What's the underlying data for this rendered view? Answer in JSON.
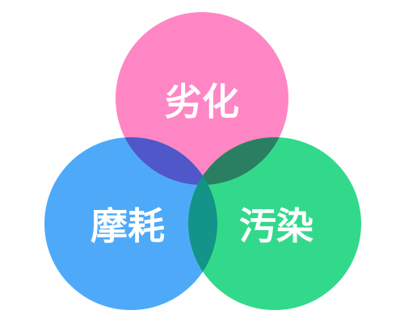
{
  "diagram": {
    "type": "venn",
    "sets": [
      {
        "id": "top",
        "label": "劣化",
        "color": "#ff86c4"
      },
      {
        "id": "left",
        "label": "摩耗",
        "color": "#4eaaf9"
      },
      {
        "id": "right",
        "label": "汚染",
        "color": "#33d98b"
      }
    ],
    "intersections": {
      "top_left": "#5057c8",
      "top_right": "#2a7f62",
      "left_right": "#129488"
    },
    "background": "#ffffff"
  }
}
